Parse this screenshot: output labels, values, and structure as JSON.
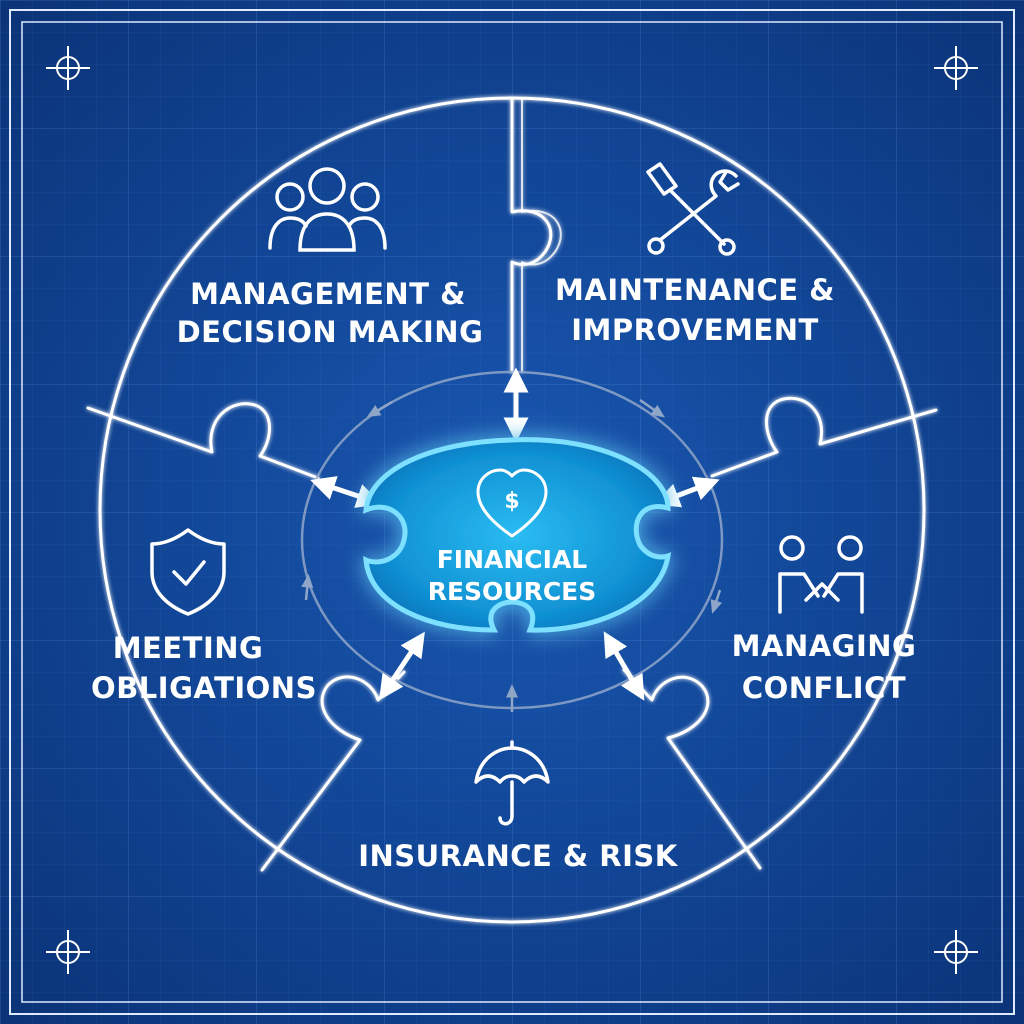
{
  "center": {
    "line1": "FINANCIAL",
    "line2": "RESOURCES",
    "icon": "heart-dollar-icon"
  },
  "segments": [
    {
      "key": "management",
      "line1": "MANAGEMENT &",
      "line2": "DECISION MAKING",
      "icon": "people-group-icon"
    },
    {
      "key": "maintenance",
      "line1": "MAINTENANCE &",
      "line2": "IMPROVEMENT",
      "icon": "tools-icon"
    },
    {
      "key": "conflict",
      "line1": "MANAGING",
      "line2": "CONFLICT",
      "icon": "handshake-icon"
    },
    {
      "key": "insurance",
      "line1": "INSURANCE & RISK",
      "line2": "",
      "icon": "umbrella-icon"
    },
    {
      "key": "obligations",
      "line1": "MEETING",
      "line2": "OBLIGATIONS",
      "icon": "shield-check-icon"
    }
  ],
  "colors": {
    "background": "#124798",
    "line": "#ffffff",
    "center_glow": "#35c6ff",
    "center_fill": "#1aa7e8"
  }
}
